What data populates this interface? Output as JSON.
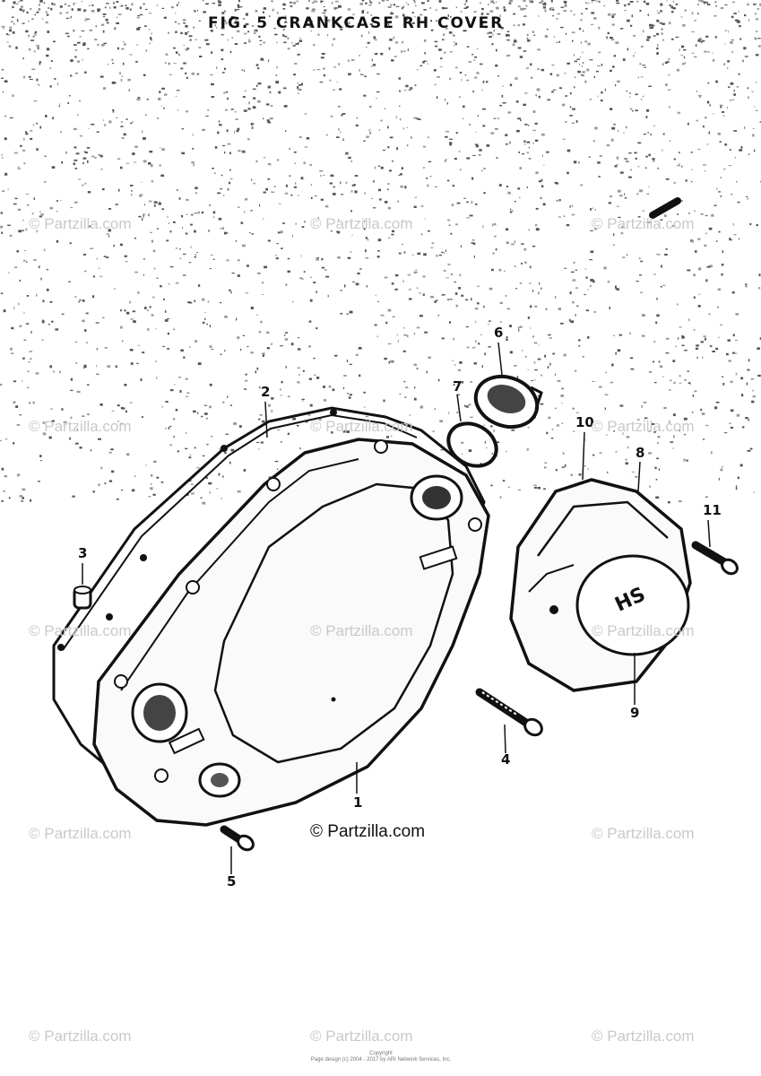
{
  "diagram": {
    "title": "FIG. 5  CRANKCASE RH COVER",
    "callouts": [
      "1",
      "2",
      "3",
      "4",
      "5",
      "6",
      "7",
      "8",
      "9",
      "10",
      "11"
    ],
    "cover_emblem": "HS"
  },
  "watermark": {
    "text": "© Partzilla.com",
    "main_text": "© Partzilla.com"
  },
  "footer": {
    "line1": "Copyright",
    "line2": "Page design (c) 2004 - 2017 by ARI Network Services, Inc."
  }
}
